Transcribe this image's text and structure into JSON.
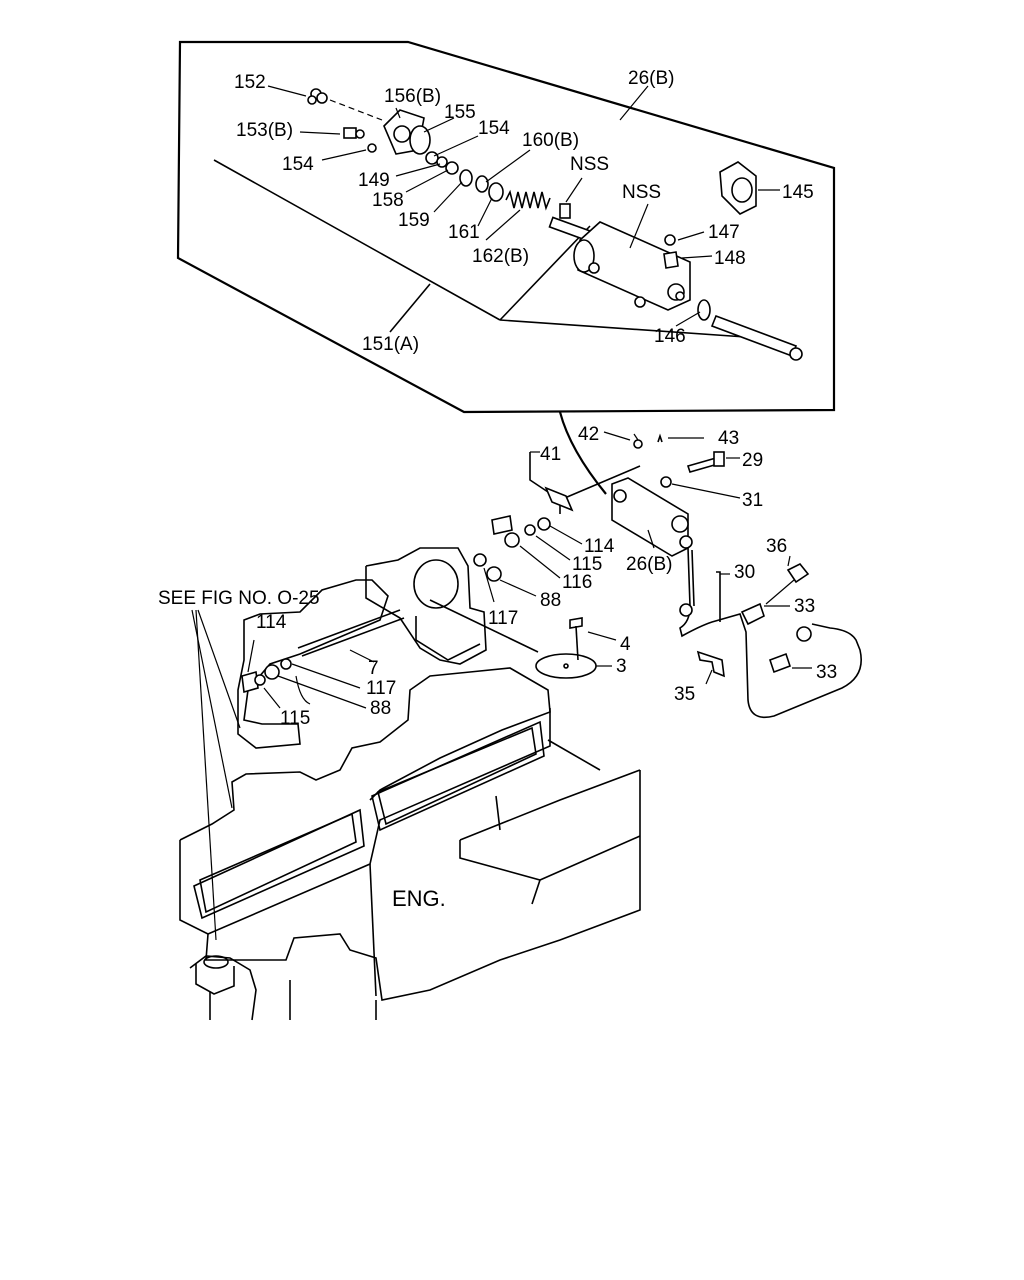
{
  "labels": {
    "p152": "152",
    "p156b": "156(B)",
    "p155": "155",
    "p153b": "153(B)",
    "p154a": "154",
    "p154b": "154",
    "p149": "149",
    "p158": "158",
    "p159": "159",
    "p160b": "160(B)",
    "p161": "161",
    "nss1": "NSS",
    "nss2": "NSS",
    "p162b": "162(B)",
    "p26b_top": "26(B)",
    "p145": "145",
    "p147": "147",
    "p148": "148",
    "p146": "146",
    "p151a": "151(A)",
    "p42": "42",
    "p43": "43",
    "p41": "41",
    "p29": "29",
    "p31": "31",
    "p114a": "114",
    "p115a": "115",
    "p116": "116",
    "p26b_mid": "26(B)",
    "p88a": "88",
    "p117a": "117",
    "p30": "30",
    "p36": "36",
    "p33a": "33",
    "p33b": "33",
    "p35": "35",
    "p4": "4",
    "p3": "3",
    "see_fig": "SEE FIG NO. O-25",
    "p114b": "114",
    "p7": "7",
    "p117b": "117",
    "p88b": "88",
    "p115b": "115",
    "eng": "ENG."
  }
}
